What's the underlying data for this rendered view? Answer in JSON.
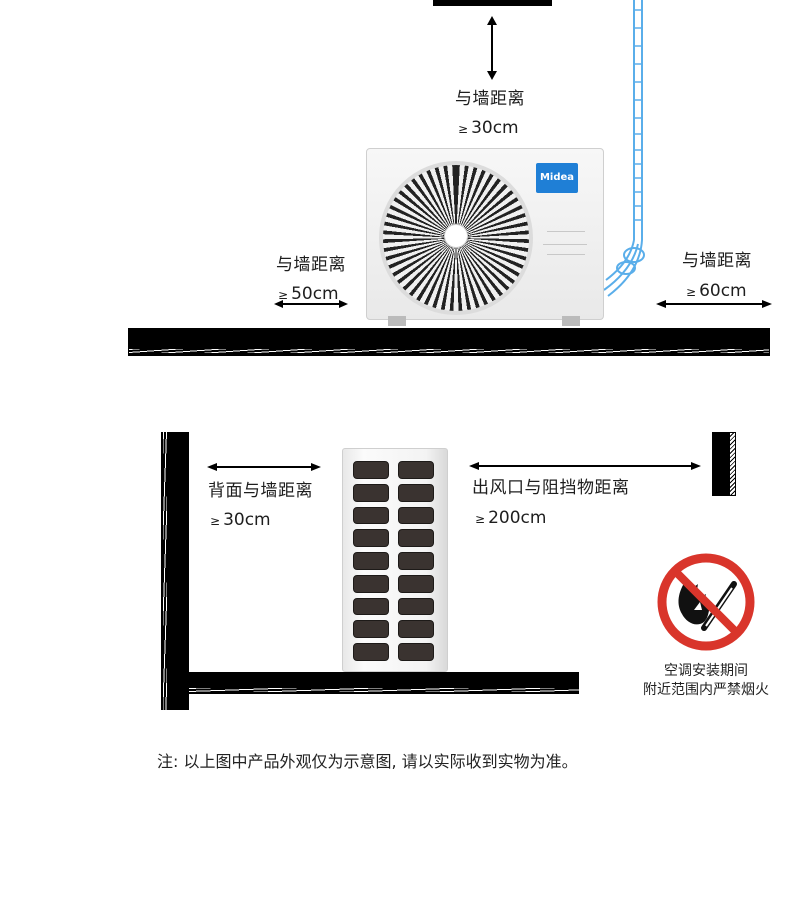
{
  "top_diagram": {
    "top_clearance": {
      "label": "与墙距离",
      "value": "30cm",
      "operator": "≥"
    },
    "left_clearance": {
      "label": "与墙距离",
      "value": "50cm",
      "operator": "≥"
    },
    "right_clearance": {
      "label": "与墙距离",
      "value": "60cm",
      "operator": "≥"
    },
    "unit_brand": "Midea"
  },
  "bottom_diagram": {
    "back_clearance": {
      "label": "背面与墙距离",
      "value": "30cm",
      "operator": "≥"
    },
    "outlet_clearance": {
      "label": "出风口与阻挡物距离",
      "value": "200cm",
      "operator": "≥"
    }
  },
  "warning": {
    "icon": "no-fire-icon",
    "line1": "空调安装期间",
    "line2": "附近范围内严禁烟火",
    "color": "#d9352b"
  },
  "footnote": "注: 以上图中产品外观仅为示意图, 请以实际收到实物为准。",
  "colors": {
    "pipe": "#5aaeea",
    "brand": "#1f7fd6",
    "slab": "#000000"
  }
}
